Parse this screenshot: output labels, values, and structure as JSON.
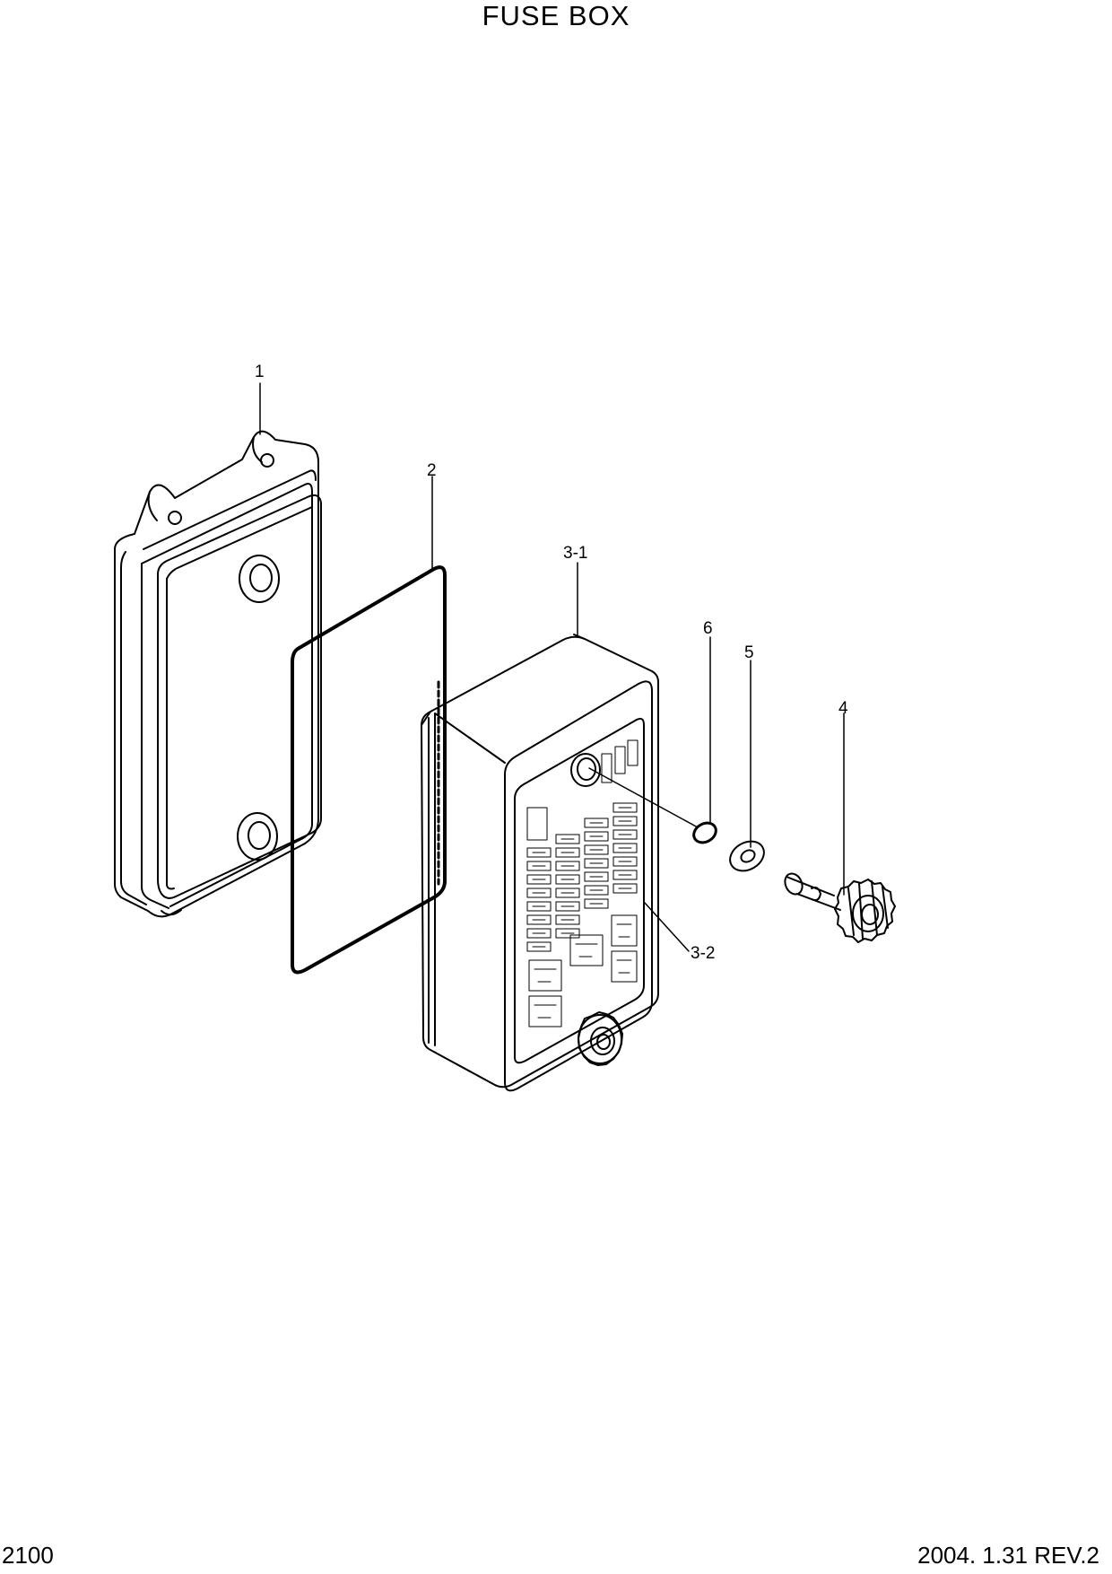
{
  "title": "FUSE BOX",
  "footer": {
    "page_number": "2100",
    "revision": "2004. 1.31 REV.2"
  },
  "callouts": {
    "p1": "1",
    "p2": "2",
    "p3_1": "3-1",
    "p3_2": "3-2",
    "p4": "4",
    "p5": "5",
    "p6": "6"
  }
}
